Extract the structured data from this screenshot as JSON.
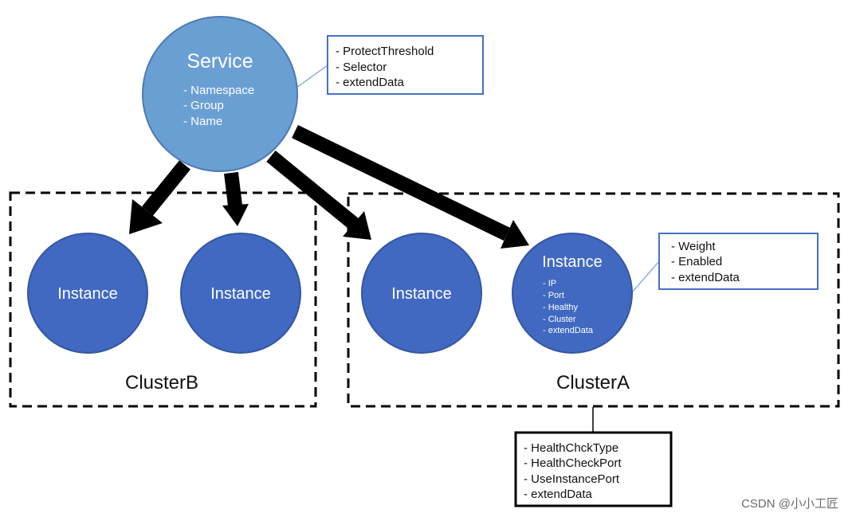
{
  "service": {
    "title": "Service",
    "fields": [
      "- Namespace",
      "- Group",
      "- Name"
    ]
  },
  "service_note": {
    "lines": [
      "- ProtectThreshold",
      "- Selector",
      "- extendData"
    ]
  },
  "clusters": {
    "b_label": "ClusterB",
    "a_label": "ClusterA"
  },
  "instances": {
    "b1": "Instance",
    "b2": "Instance",
    "a1": "Instance",
    "a2": {
      "title": "Instance",
      "fields": [
        "- IP",
        "- Port",
        "- Healthy",
        "- Cluster",
        "- extendData"
      ]
    }
  },
  "instance_note": {
    "lines": [
      "- Weight",
      "- Enabled",
      "- extendData"
    ]
  },
  "cluster_note": {
    "lines": [
      "- HealthChckType",
      "- HealthCheckPort",
      "- UseInstancePort",
      "- extendData"
    ]
  },
  "watermark": "CSDN @小小工匠",
  "colors": {
    "service_fill": "#6a9fd4",
    "instance_fill": "#4169c2",
    "note_border": "#4472c4"
  }
}
